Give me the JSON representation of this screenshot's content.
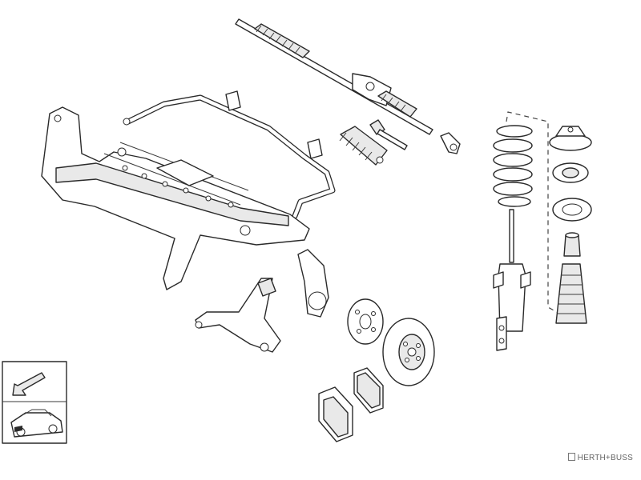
{
  "figure": {
    "watermark": "HERTH+BUSS",
    "parts": [
      "steering-rack",
      "inner-tie-rod",
      "outer-tie-rod-end",
      "front-subframe",
      "stabilizer-bar",
      "stabilizer-bushing",
      "steering-boot",
      "lower-control-arm",
      "steering-knuckle",
      "wheel-hub",
      "brake-disc",
      "brake-pads",
      "coil-spring",
      "shock-absorber",
      "strut-top-mount",
      "strut-bearing",
      "spring-seat",
      "bump-stop",
      "dust-boot",
      "vehicle-position-indicator"
    ],
    "colors": {
      "line": "#2a2a2a",
      "fill": "#ffffff",
      "shade": "#e9e9e9"
    }
  }
}
